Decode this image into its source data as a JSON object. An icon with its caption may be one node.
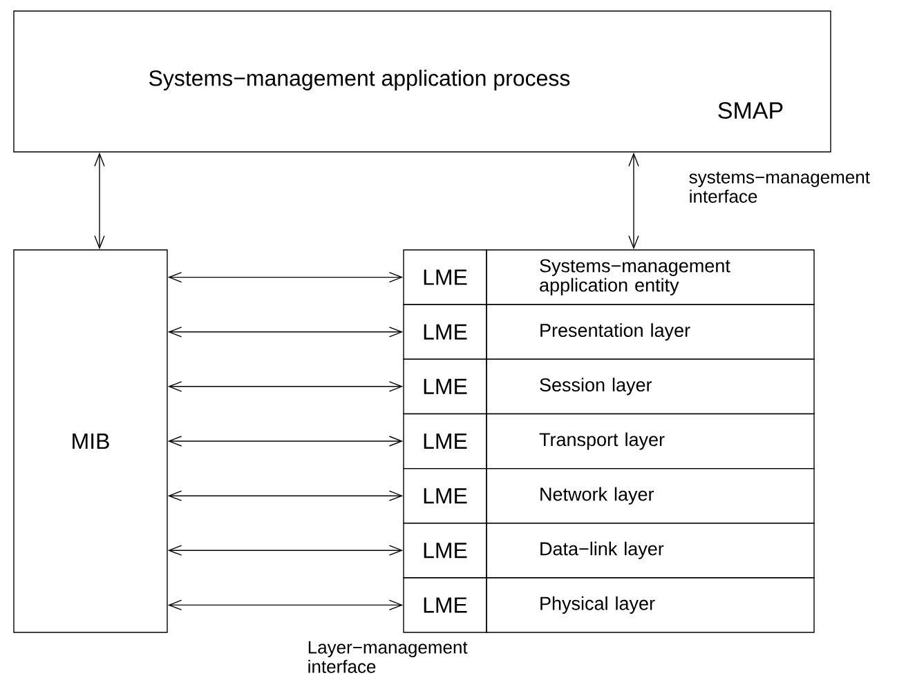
{
  "diagram": {
    "nodes": [
      {
        "text": [
          "Systems−management application process",
          "SMAP"
        ]
      },
      {
        "text": [
          "MIB"
        ]
      },
      {
        "text": [
          "LME"
        ]
      },
      {
        "text": [
          "Systems−management application entity"
        ]
      },
      {
        "text": [
          "LME"
        ]
      },
      {
        "text": [
          "Presentation layer"
        ]
      },
      {
        "text": [
          "LME"
        ]
      },
      {
        "text": [
          "Session layer"
        ]
      },
      {
        "text": [
          "LME"
        ]
      },
      {
        "text": [
          "Transport layer"
        ]
      },
      {
        "text": [
          "LME"
        ]
      },
      {
        "text": [
          "Network layer"
        ]
      },
      {
        "text": [
          "LME"
        ]
      },
      {
        "text": [
          "Data−link layer"
        ]
      },
      {
        "text": [
          "LME"
        ]
      },
      {
        "text": [
          "Physical layer"
        ]
      }
    ],
    "edges": [
      {
        "from": 0,
        "to": 1,
        "arrow": "both"
      },
      {
        "from": 0,
        "to": 3,
        "arrow": "both"
      },
      {
        "from": 1,
        "to": 2,
        "arrow": "both"
      },
      {
        "from": 1,
        "to": 4,
        "arrow": "both"
      },
      {
        "from": 1,
        "to": 6,
        "arrow": "both"
      },
      {
        "from": 1,
        "to": 8,
        "arrow": "both"
      },
      {
        "from": 1,
        "to": 10,
        "arrow": "both"
      },
      {
        "from": 1,
        "to": 12,
        "arrow": "both"
      },
      {
        "from": 1,
        "to": 14,
        "arrow": "both"
      }
    ],
    "labels": [
      "systems−management interface",
      "Layer−management interface"
    ]
  }
}
